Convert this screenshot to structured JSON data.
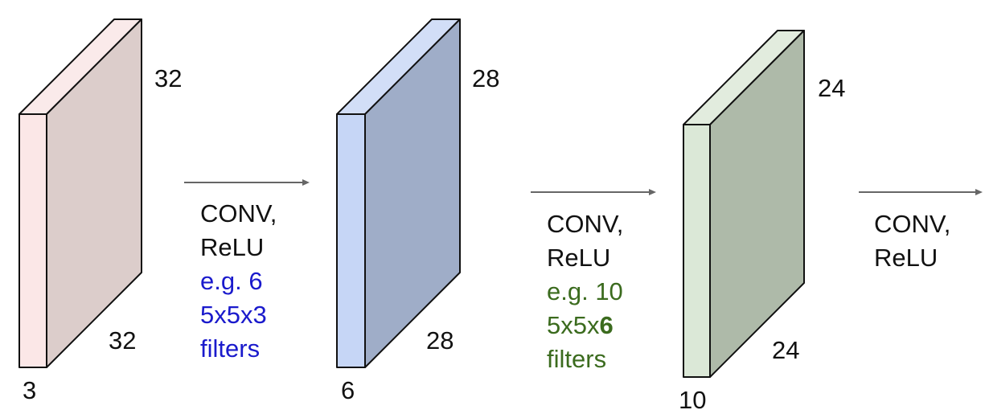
{
  "volumes": [
    {
      "id": "input",
      "height_label": "32",
      "width_label": "32",
      "depth_label": "3",
      "front_color": "#fbe7e7",
      "side_color": "#dccdcb",
      "top_color": "#faeaea",
      "edge_color": "#111111"
    },
    {
      "id": "conv1",
      "height_label": "28",
      "width_label": "28",
      "depth_label": "6",
      "front_color": "#c6d6f6",
      "side_color": "#9fadc8",
      "top_color": "#d2def7",
      "edge_color": "#111111"
    },
    {
      "id": "conv2",
      "height_label": "24",
      "width_label": "24",
      "depth_label": "10",
      "front_color": "#dbe8d7",
      "side_color": "#aebaa9",
      "top_color": "#e2ecde",
      "edge_color": "#111111"
    }
  ],
  "operations": [
    {
      "line1": "CONV,",
      "line2": "ReLU",
      "detail_line1": "e.g. 6",
      "detail_line2_pre": "5x5x3",
      "detail_line2_bold": "",
      "detail_line3": "filters",
      "detail_color": "#1a1acc"
    },
    {
      "line1": "CONV,",
      "line2": "ReLU",
      "detail_line1": "e.g. 10",
      "detail_line2_pre": "5x5x",
      "detail_line2_bold": "6",
      "detail_line3": "filters",
      "detail_color": "#3b6b1e"
    },
    {
      "line1": "CONV,",
      "line2": "ReLU"
    }
  ],
  "arrow_color": "#666666"
}
